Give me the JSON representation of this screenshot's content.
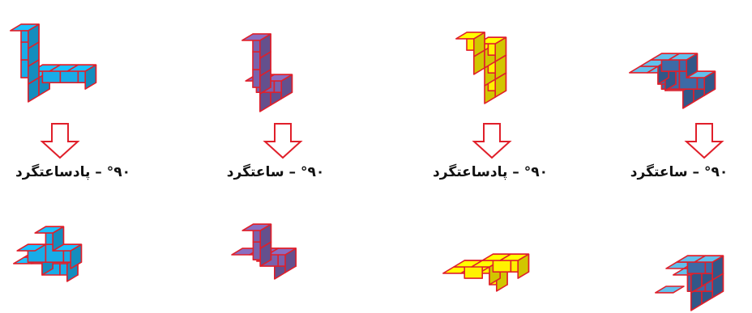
{
  "colors": {
    "blue": "#18ace8",
    "purple": "#7a62ac",
    "yellow": "#fff200",
    "steel": "#3d6aa6",
    "sky": "#62c0ec",
    "edge": "#e01f2a",
    "arrow": "#e01f2a"
  },
  "panels": [
    {
      "label": "°۹۰ – پادساعتگرد"
    },
    {
      "label": "°۹۰ – ساعتگرد"
    },
    {
      "label": "°۹۰ – پادساعتگرد"
    },
    {
      "label": "°۹۰ – ساعتگرد"
    }
  ]
}
